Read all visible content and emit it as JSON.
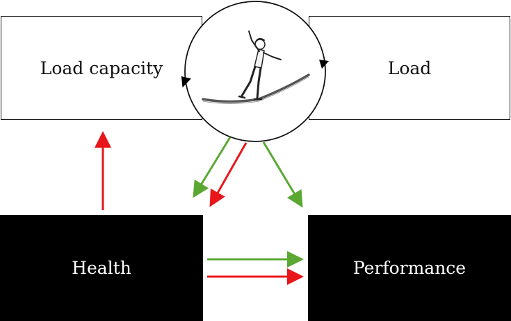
{
  "diagram": {
    "boxes": {
      "load_capacity": "Load capacity",
      "load": "Load",
      "health": "Health",
      "performance": "Performance"
    },
    "colors": {
      "positive_arrow": "#5aa832",
      "negative_arrow": "#e8161b",
      "box_dark": "#000000",
      "box_light": "#ffffff"
    },
    "center_illustration": "tightrope-walker-icon"
  }
}
